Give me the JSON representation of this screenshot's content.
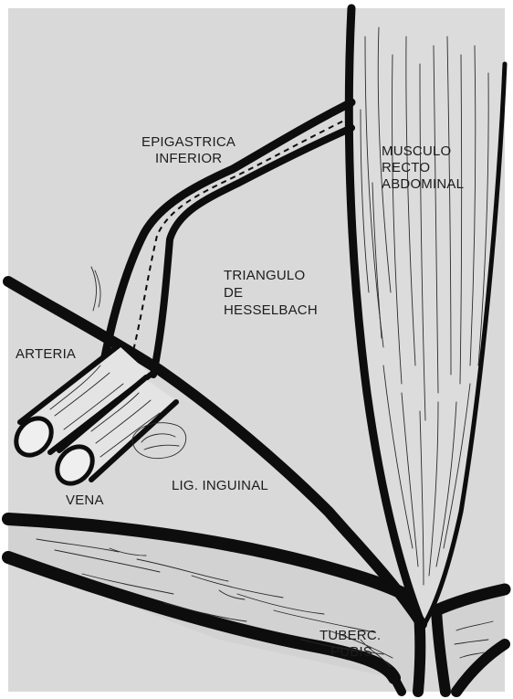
{
  "colors": {
    "paper": "#d9d9d9",
    "ink": "#0d0d0d",
    "vessel_fill": "#e4e4e4",
    "label_text": "#1c1c1c"
  },
  "labels": {
    "epigastrica_1": "EPIGASTRICA",
    "epigastrica_2": "INFERIOR",
    "musculo_1": "MUSCULO",
    "musculo_2": "RECTO",
    "musculo_3": "ABDOMINAL",
    "triangulo_1": "TRIANGULO",
    "triangulo_2": "DE",
    "triangulo_3": "HESSELBACH",
    "arteria": "ARTERIA",
    "vena": "VENA",
    "lig_inguinal": "LIG. INGUINAL",
    "tuberc_1": "TUBERC.",
    "tuberc_2": "PUBIS"
  }
}
